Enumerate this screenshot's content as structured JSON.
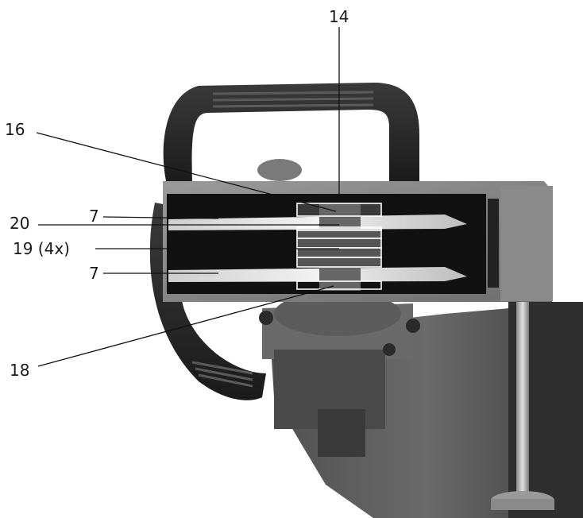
{
  "figure": {
    "subject": "tool-photo",
    "callouts": [
      {
        "id": "c14",
        "label": "14"
      },
      {
        "id": "c16",
        "label": "16"
      },
      {
        "id": "c20",
        "label": "20"
      },
      {
        "id": "c7a",
        "label": "7"
      },
      {
        "id": "c19",
        "label": "19 (4x)"
      },
      {
        "id": "c7b",
        "label": "7"
      },
      {
        "id": "c18",
        "label": "18"
      }
    ]
  }
}
